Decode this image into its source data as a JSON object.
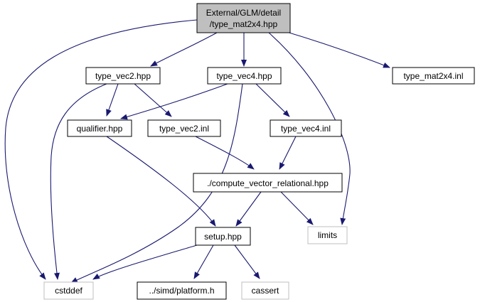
{
  "colors": {
    "edge": "#191970",
    "solid_border": "#000000",
    "dim_border": "#bfbfbf",
    "root_fill": "#bfbfbf",
    "fill": "#ffffff"
  },
  "nodes": {
    "root": {
      "line1": "External/GLM/detail",
      "line2": "/type_mat2x4.hpp"
    },
    "vec2": {
      "label": "type_vec2.hpp"
    },
    "vec4": {
      "label": "type_vec4.hpp"
    },
    "mat2x4inl": {
      "label": "type_mat2x4.inl"
    },
    "qualifier": {
      "label": "qualifier.hpp"
    },
    "vec2inl": {
      "label": "type_vec2.inl"
    },
    "vec4inl": {
      "label": "type_vec4.inl"
    },
    "cvr": {
      "label": "./compute_vector_relational.hpp"
    },
    "setup": {
      "label": "setup.hpp"
    },
    "limits": {
      "label": "limits"
    },
    "cstddef": {
      "label": "cstddef"
    },
    "platform": {
      "label": "../simd/platform.h"
    },
    "cassert": {
      "label": "cassert"
    }
  },
  "edges": [
    {
      "from": "root",
      "to": "vec2"
    },
    {
      "from": "root",
      "to": "vec4"
    },
    {
      "from": "root",
      "to": "mat2x4inl"
    },
    {
      "from": "root",
      "to": "cstddef"
    },
    {
      "from": "root",
      "to": "limits"
    },
    {
      "from": "vec2",
      "to": "qualifier"
    },
    {
      "from": "vec2",
      "to": "vec2inl"
    },
    {
      "from": "vec2",
      "to": "cstddef"
    },
    {
      "from": "vec4",
      "to": "qualifier"
    },
    {
      "from": "vec4",
      "to": "vec4inl"
    },
    {
      "from": "vec4",
      "to": "cstddef"
    },
    {
      "from": "qualifier",
      "to": "setup"
    },
    {
      "from": "vec2inl",
      "to": "cvr"
    },
    {
      "from": "vec4inl",
      "to": "cvr"
    },
    {
      "from": "cvr",
      "to": "setup"
    },
    {
      "from": "cvr",
      "to": "limits"
    },
    {
      "from": "setup",
      "to": "cstddef"
    },
    {
      "from": "setup",
      "to": "platform"
    },
    {
      "from": "setup",
      "to": "cassert"
    }
  ]
}
